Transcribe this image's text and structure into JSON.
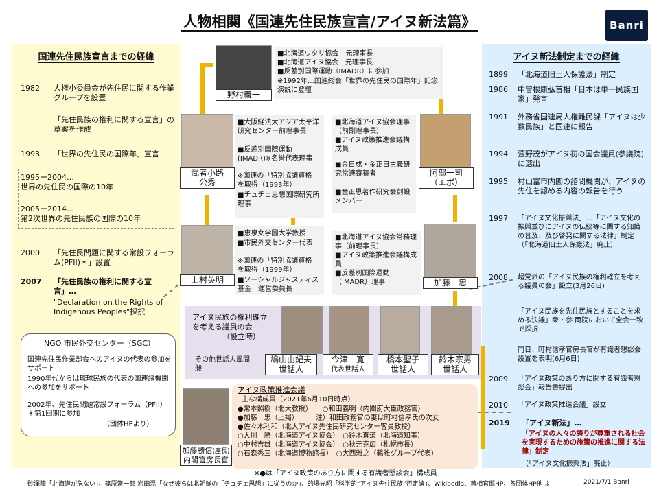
{
  "title": "人物相関《国連先住民族宣言/アイヌ新法篇》",
  "logo": "Banri",
  "left": {
    "heading": "国連先住民族宣言までの経緯",
    "items": [
      {
        "year": "1982",
        "text": "人権小委員会が先住民に関する作業グループを設置"
      },
      {
        "year": "",
        "text": "「先住民族の権利に関する宣言」の草案を作成"
      },
      {
        "year": "1993",
        "text": "「世界の先住民の国際年」宣言"
      },
      {
        "year": "2000",
        "text": "「先住民問題に関する常設フォーラム(PFII)＊」設置"
      }
    ],
    "decade1": "1995ー2004…",
    "decade1_text": "世界の先住民の国際の10年",
    "decade2": "2005ー2014…",
    "decade2_text": "第2次世界の先住民族の国際の10年",
    "y2007": "2007",
    "y2007_text": "「先住民族の権利に関する宣言」…",
    "y2007_en": "\"Declaration on the Rights of Indigenous Peoples\"採択",
    "ngo_title": "NGO 市民外交センター（SGC）",
    "ngo_l1": "国連先住民作業部会へのアイヌの代表の参加をサポート",
    "ngo_l2": "1990年代からは琉球民族の代表の国連諸機関への参加をサポート",
    "ngo_l3": "2002年、先住民問題常設フォーラム（PFII）＊第1回期に参加",
    "ngo_l4": "（団体HPより）"
  },
  "right": {
    "heading": "アイヌ新法制定までの経緯",
    "items": [
      {
        "year": "1899",
        "text": "「北海道旧土人保護法」制定"
      },
      {
        "year": "1986",
        "text": "中曽根康弘首相「日本は単一民族国家」発言"
      },
      {
        "year": "1991",
        "text": "外務省国連局人権難民課「アイヌは少数民族」と国連に報告"
      },
      {
        "year": "1994",
        "text": "萱野茂がアイヌ初の国会議員(参議院)に選出"
      },
      {
        "year": "1995",
        "text": "村山富市内閣の諮問機関が、アイヌの先住を認める内容の報告を行う"
      },
      {
        "year": "1997",
        "text": "「アイヌ文化振興法」…「アイヌ文化の振興並びにアイヌの伝統等に関する知識の普及、及び啓発に関する法律」制定（「北海道旧土人保護法」廃止）"
      },
      {
        "year": "2008",
        "text": "超党派の「アイヌ民族の権利確立を考える議員の会」設立(3月26日)"
      },
      {
        "year": "",
        "text": "「アイヌ民族を先住民族とすることを求める決議」衆・参 両院において全会一致で採択"
      },
      {
        "year": "",
        "text": "同日、町村信孝官房長官が有識者懇談会設置を表明(6月6日)"
      },
      {
        "year": "2009",
        "text": "「アイヌ政策のあり方に関する有識者懇談会」報告書提出"
      },
      {
        "year": "2010",
        "text": "「アイヌ政策推進会議」設立"
      }
    ],
    "y2019": "2019",
    "y2019_l1": "「アイヌ新法」…",
    "y2019_l2": "「アイヌの人々の誇りが尊重される社会を実現するための施策の推進に関する法律」制定",
    "y2019_l3": "（「アイヌ文化振興法」廃止）"
  },
  "nomura": {
    "name": "野村義一",
    "l1": "■北海道ウタリ協会　元理事長",
    "l2": "■北海道アイヌ協会　元理事長",
    "l3": "■反差別国際運動（IMADR）に参加",
    "l4": "※1992年…国連総会「世界の先住民の国際年」記念演説に登壇"
  },
  "mushakoji": {
    "name1": "武者小路",
    "name2": "公秀",
    "l1": "■大阪経法大アジア太平洋研究センター前理事長",
    "l2": "■反差別国際運動(IMADR)※名誉代表理事",
    "l3": "※国連の「特別協議資格」を取得（1993年）",
    "l4": "■チュチェ思想国際研究所　理事"
  },
  "abe": {
    "name1": "阿部一司",
    "name2": "（エボ）",
    "l1": "■北海道アイヌ協会理事（前副理事長）",
    "l2": "■アイヌ政策推進会議構成員",
    "l3": "■金日成・金正日主義研究常連寄稿者",
    "l4": "■金正恩著作研究会創設メンバー"
  },
  "uemura": {
    "name": "上村英明",
    "l1": "■恵泉女学園大学教授",
    "l2": "■市民外交センター代表",
    "l3": "※国連の「特別協議資格」を取得（1999年）",
    "l4": "■ソーシャルジャスティス基金　運営委員長"
  },
  "kato_tadashi": {
    "name": "加藤　忠",
    "l1": "■北海道アイヌ協会常務理事（前理事長）",
    "l2": "■アイヌ政策推進会議構成員",
    "l3": "■反差別国際運動（IMADR）理事"
  },
  "giin": {
    "title": "アイヌ民族の権利確立を考える議員の会",
    "est": "（設立時）",
    "other": "その他世話人風間昶",
    "p1_name": "鳩山由紀夫",
    "p1_role": "世話人",
    "p2_name": "今津　寛",
    "p2_role": "代表世話人",
    "p3_name": "橋本聖子",
    "p3_role": "世話人",
    "p4_name": "鈴木宗男",
    "p4_role": "世話人"
  },
  "suishin": {
    "title": "アイヌ政策推進会議",
    "members": "主な構成員（2021年6月10日時点）",
    "m1": "●常本照樹（北大教授）　　○和田義明（内閣府大臣政務官）",
    "m2": "●加藤　忠（上掲）　　　注）和田政務官の妻は町村信孝氏の次女",
    "m3": "●佐々木利和（北大アイヌ先住民研究センター客員教授）",
    "m4": "○大川　勝（北海道アイヌ協会）　○鈴木直道（北海道知事）",
    "m5": "○中村吉雄（北海道アイヌ協会）　○秋元克広（札幌市長）",
    "m6": "○石森秀三（北海道博物館長）　○大西雅之（鶴雅グループ代表）",
    "legend": "※●は「アイヌ政策のあり方に関する有識者懇談会」構成員",
    "kato_name": "加藤勝信",
    "kato_tag": "(座長)",
    "kato_role": "内閣官房長官"
  },
  "footer": "砂澤陣「北海道が危ない」、篠原常一郎 岩田温「なぜ彼らは北朝鮮の「チュチェ思想」に従うのか」、的場光昭「科学的“アイヌ先住民族”否定論」、Wikipedia、首相官邸HP、各団体HP他 より（敬称略）",
  "date": "2021/7/1  Banri"
}
